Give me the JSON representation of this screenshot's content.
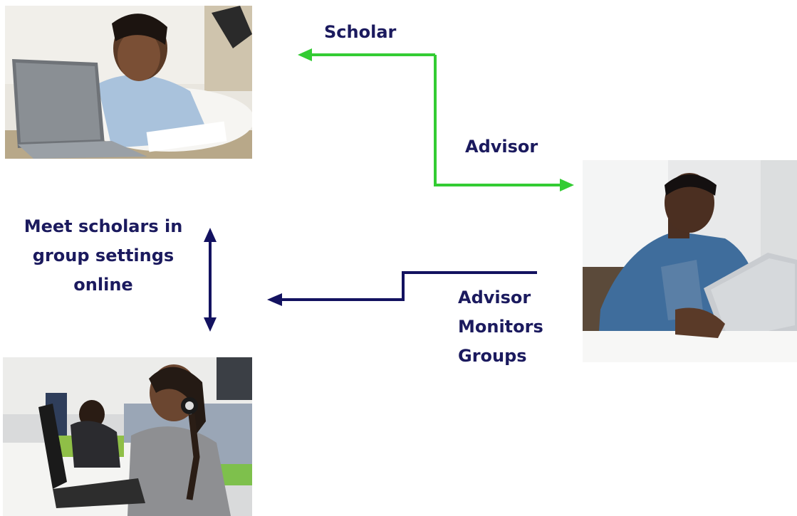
{
  "colors": {
    "text": "#1b1a5e",
    "green_arrow": "#33cc33",
    "navy_arrow": "#131260"
  },
  "labels": {
    "scholar": "Scholar",
    "advisor": "Advisor",
    "meet_line1": "Meet scholars in",
    "meet_line2": "group settings",
    "meet_line3": "online",
    "monitors_line1": "Advisor",
    "monitors_line2": "Monitors",
    "monitors_line3": "Groups"
  },
  "images": {
    "top_left": "photo-scholar-with-laptop",
    "right": "photo-advisor-with-laptop",
    "bottom_left": "photo-students-with-headphones"
  }
}
